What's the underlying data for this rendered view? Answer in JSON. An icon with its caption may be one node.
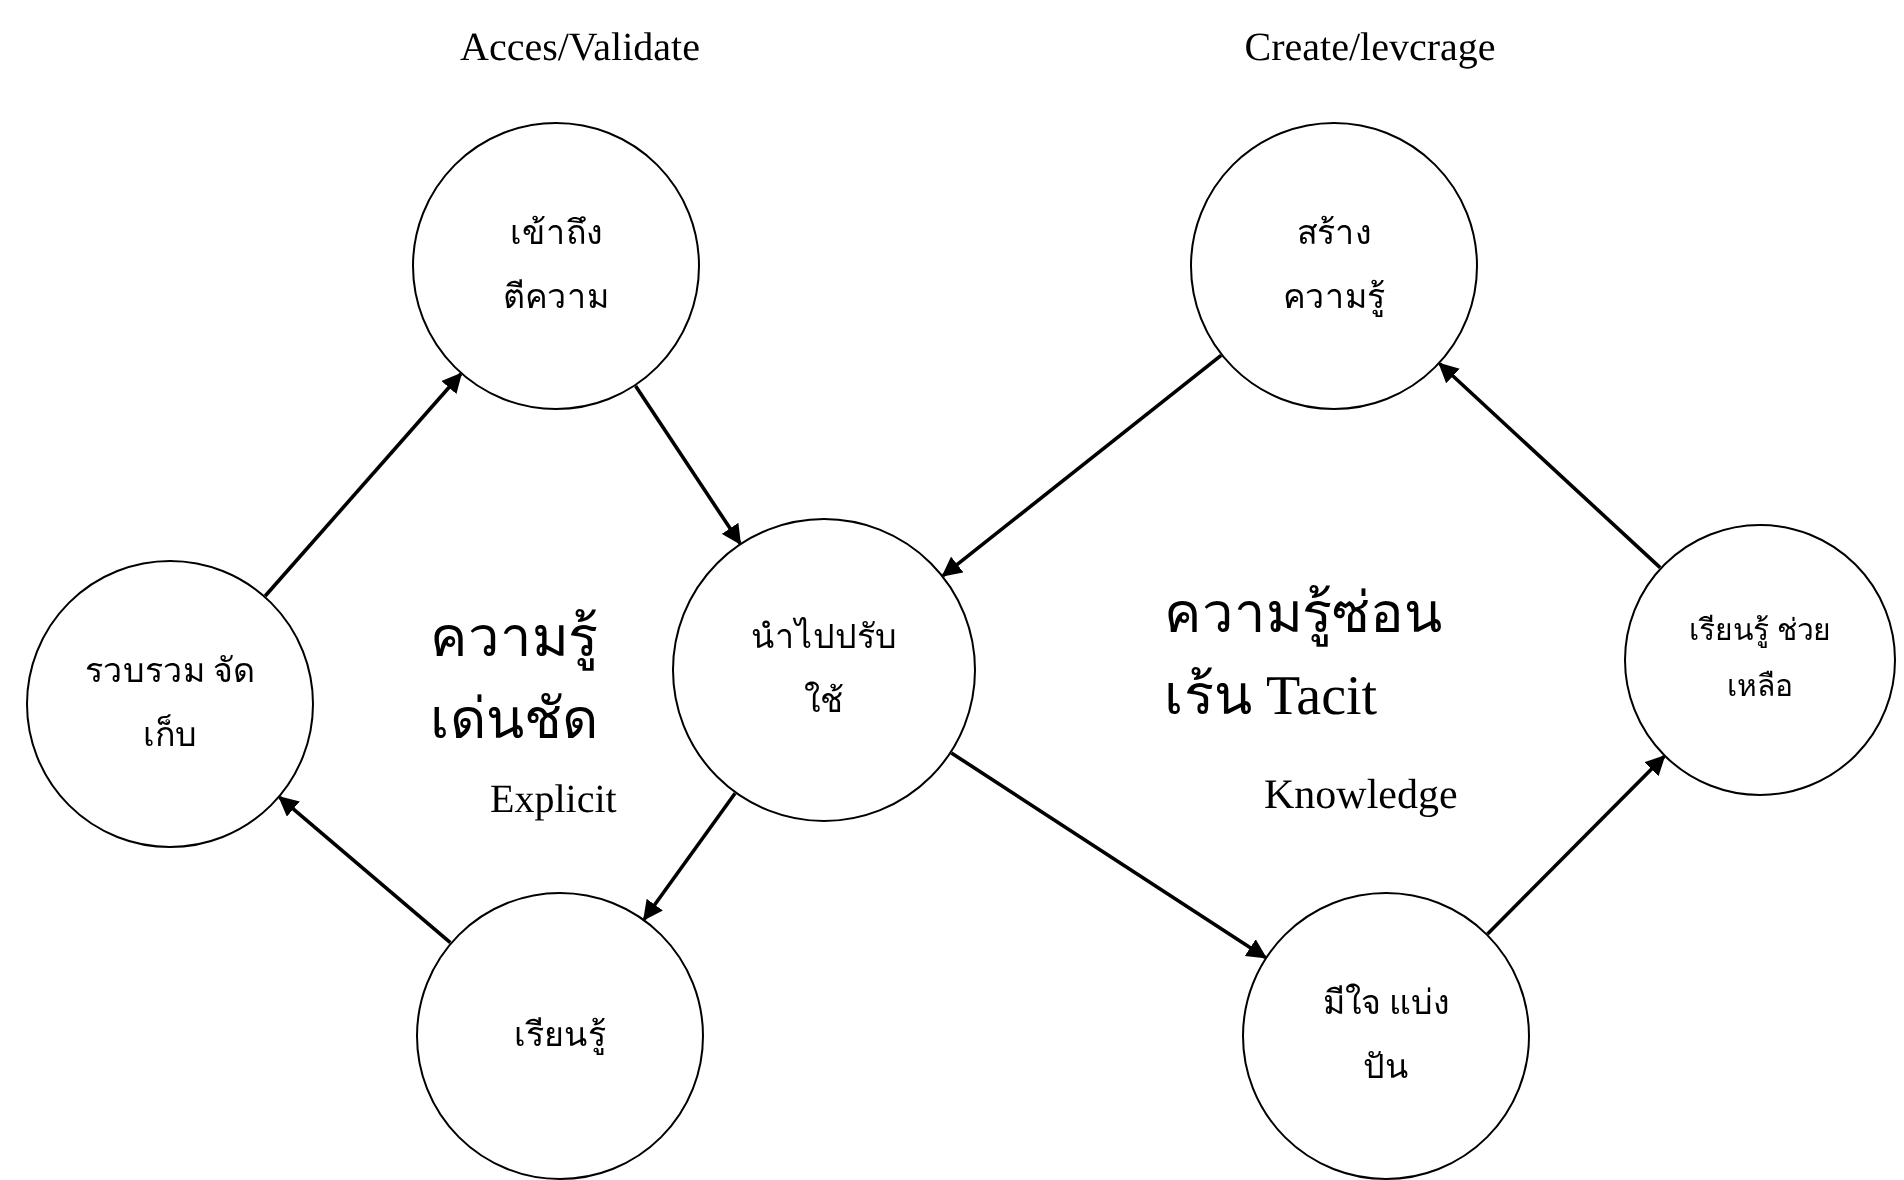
{
  "diagram": {
    "nodes": [
      {
        "text": [
          "เข้าถึง ตีความ"
        ]
      },
      {
        "text": [
          "สร้างความรู้"
        ]
      },
      {
        "text": [
          "รวบรวม จัดเก็บ"
        ]
      },
      {
        "text": [
          "นำไปปรับใช้"
        ]
      },
      {
        "text": [
          "เรียนรู้ ช่วยเหลือ"
        ]
      },
      {
        "text": [
          "เรียนรู้"
        ]
      },
      {
        "text": [
          "มีใจ แบ่งปัน"
        ]
      }
    ],
    "edges": [
      {
        "from": 2,
        "to": 0,
        "arrow": "to"
      },
      {
        "from": 0,
        "to": 3,
        "arrow": "to"
      },
      {
        "from": 1,
        "to": 3,
        "arrow": "to"
      },
      {
        "from": 3,
        "to": 5,
        "arrow": "to"
      },
      {
        "from": 5,
        "to": 2,
        "arrow": "to"
      },
      {
        "from": 3,
        "to": 6,
        "arrow": "to"
      },
      {
        "from": 6,
        "to": 4,
        "arrow": "to"
      },
      {
        "from": 4,
        "to": 1,
        "arrow": "to"
      }
    ],
    "labels": [
      "Acces/Validate",
      "Create/levcrage",
      "ความรู้เด่นชัด",
      "Explicit",
      "ความรู้ซ่อนเร้น Tacit",
      "Knowledge"
    ]
  }
}
